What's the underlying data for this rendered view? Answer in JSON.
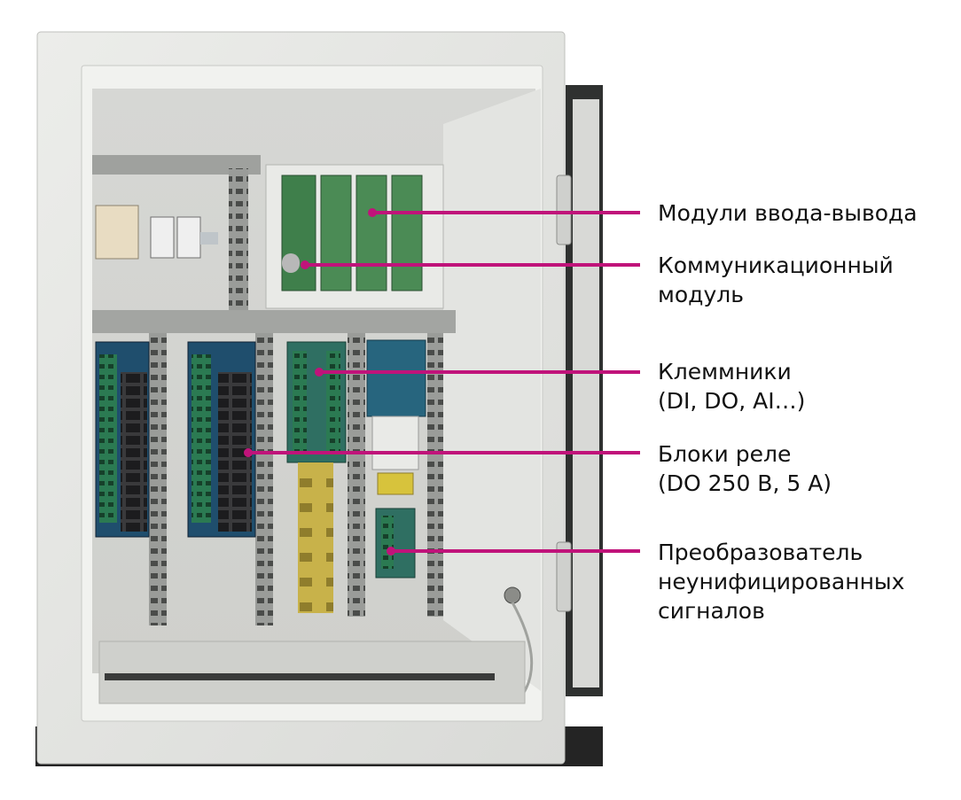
{
  "colors": {
    "leader": "#c0137a",
    "text": "#111111",
    "cabinet": "#e8e9e6",
    "background": "#ffffff"
  },
  "callouts": [
    {
      "lines": [
        "Модули ввода-вывода"
      ]
    },
    {
      "lines": [
        "Коммуникационный",
        "модуль"
      ]
    },
    {
      "lines": [
        "Клеммники",
        "(DI, DO, AI…)"
      ]
    },
    {
      "lines": [
        "Блоки реле",
        "(DO 250 В, 5 А)"
      ]
    },
    {
      "lines": [
        "Преобразователь",
        "неунифицированных",
        "сигналов"
      ]
    }
  ]
}
